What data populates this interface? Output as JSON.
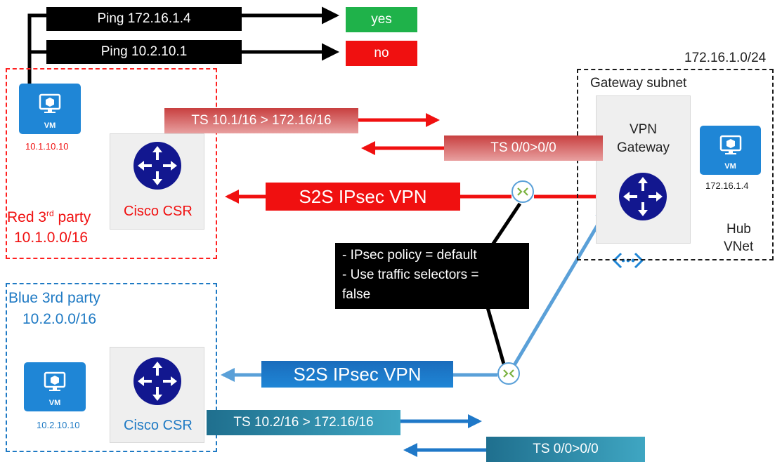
{
  "ping": {
    "first": {
      "label": "Ping 172.16.1.4",
      "result": "yes",
      "result_color": "#1fb24a"
    },
    "second": {
      "label": "Ping 10.2.10.1",
      "result": "no",
      "result_color": "#f01010"
    }
  },
  "red_site": {
    "title": "Red 3",
    "title_sup": "rd",
    "title_rest": " party",
    "cidr": "10.1.0.0/16",
    "vm_label": "VM",
    "vm_ip": "10.1.10.10",
    "router_label": "Cisco CSR",
    "color": "#ff2020"
  },
  "blue_site": {
    "title": "Blue 3rd party",
    "cidr": "10.2.0.0/16",
    "vm_label": "VM",
    "vm_ip": "10.2.10.10",
    "router_label": "Cisco CSR",
    "color": "#1f7ac4"
  },
  "hub": {
    "cidr": "172.16.1.0/24",
    "gateway_subnet": "Gateway subnet",
    "gateway_line1": "VPN",
    "gateway_line2": "Gateway",
    "vm_label": "VM",
    "vm_ip": "172.16.1.4",
    "vnet_line1": "Hub",
    "vnet_line2": "VNet"
  },
  "traffic_selectors": {
    "red_out": "TS 10.1/16 > 172.16/16",
    "red_in": "TS 0/0>0/0",
    "blue_out": "TS 10.2/16 > 172.16/16",
    "blue_in": "TS 0/0>0/0"
  },
  "vpn": {
    "red_label": "S2S IPsec VPN",
    "blue_label": "S2S IPsec VPN",
    "red_color": "#f01010",
    "blue_color": "#1f78c8"
  },
  "policy": {
    "line1": "- IPsec policy = default",
    "line2": "- Use traffic selectors =",
    "line3": "false"
  }
}
